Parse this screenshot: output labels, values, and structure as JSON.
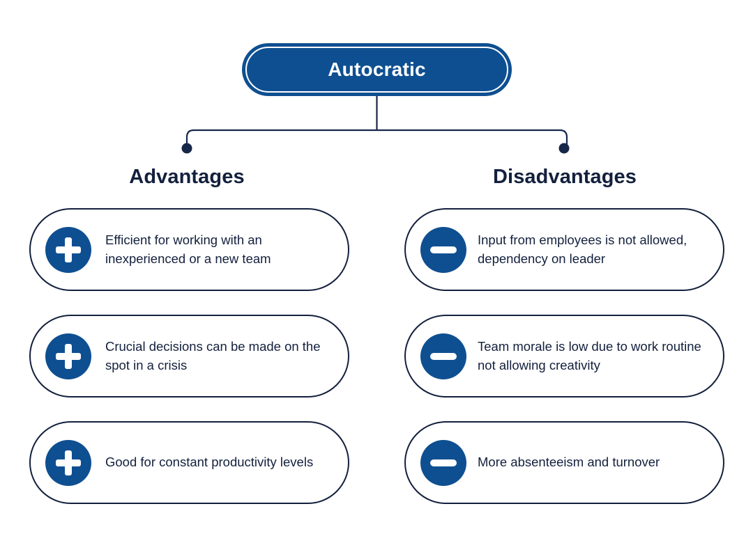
{
  "diagram": {
    "title": "Autocratic",
    "colors": {
      "node_blue": "#0e4f91",
      "navy_ink": "#13203d",
      "connector": "#16274a",
      "background": "#ffffff",
      "icon_mark": "#ffffff"
    },
    "columns": [
      {
        "heading": "Advantages",
        "icon": "plus-icon",
        "items": [
          {
            "text": "Efficient for working with an inexperienced or a new team"
          },
          {
            "text": "Crucial decisions can be made on the spot in a crisis"
          },
          {
            "text": "Good for constant productivity levels"
          }
        ]
      },
      {
        "heading": "Disadvantages",
        "icon": "minus-icon",
        "items": [
          {
            "text": "Input from employees is not allowed, dependency on leader"
          },
          {
            "text": "Team morale is low due to work routine not allowing creativity"
          },
          {
            "text": "More absenteeism and turnover"
          }
        ]
      }
    ]
  }
}
